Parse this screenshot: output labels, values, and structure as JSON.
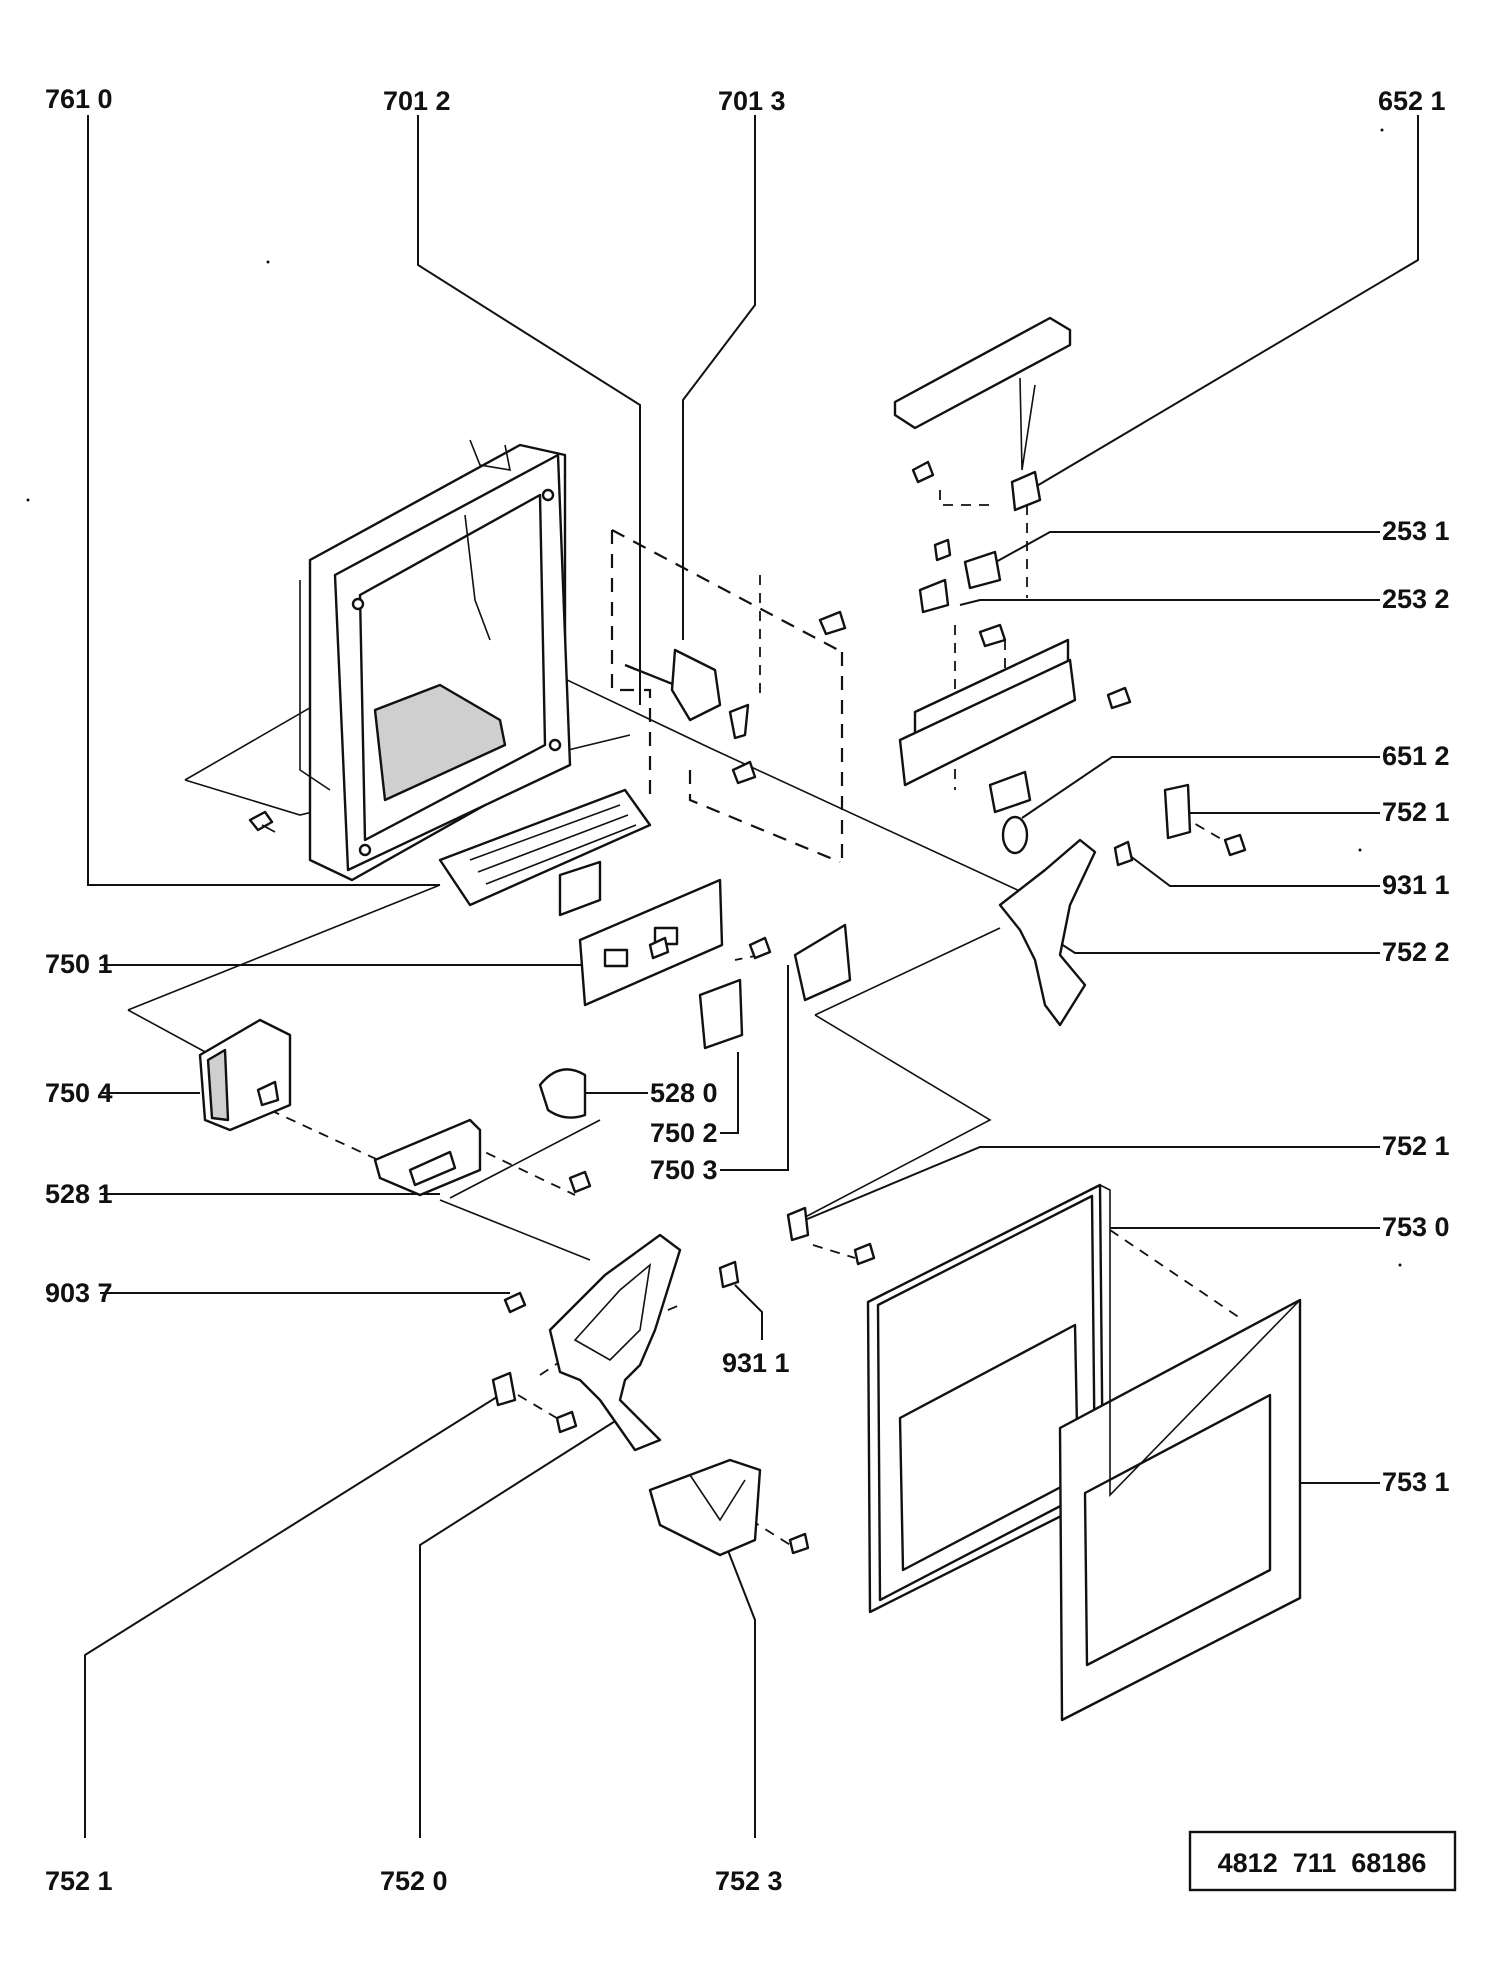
{
  "diagram": {
    "labels": [
      {
        "id": "l01",
        "text": "761 0"
      },
      {
        "id": "l02",
        "text": "701 2"
      },
      {
        "id": "l03",
        "text": "701 3"
      },
      {
        "id": "l04",
        "text": "652 1"
      },
      {
        "id": "l05",
        "text": "253 1"
      },
      {
        "id": "l06",
        "text": "253 2"
      },
      {
        "id": "l07",
        "text": "651 2"
      },
      {
        "id": "l08",
        "text": "752 1"
      },
      {
        "id": "l09",
        "text": "931 1"
      },
      {
        "id": "l10",
        "text": "752 2"
      },
      {
        "id": "l11",
        "text": "750 1"
      },
      {
        "id": "l12",
        "text": "750 4"
      },
      {
        "id": "l13",
        "text": "528 0"
      },
      {
        "id": "l14",
        "text": "750 2"
      },
      {
        "id": "l15",
        "text": "750 3"
      },
      {
        "id": "l16",
        "text": "528 1"
      },
      {
        "id": "l17",
        "text": "752 1"
      },
      {
        "id": "l18",
        "text": "753 0"
      },
      {
        "id": "l19",
        "text": "903 7"
      },
      {
        "id": "l20",
        "text": "931 1"
      },
      {
        "id": "l21",
        "text": "753 1"
      },
      {
        "id": "l22",
        "text": "752 1"
      },
      {
        "id": "l23",
        "text": "752 0"
      },
      {
        "id": "l24",
        "text": "752 3"
      }
    ],
    "reference_number": "4812  711  68186"
  }
}
